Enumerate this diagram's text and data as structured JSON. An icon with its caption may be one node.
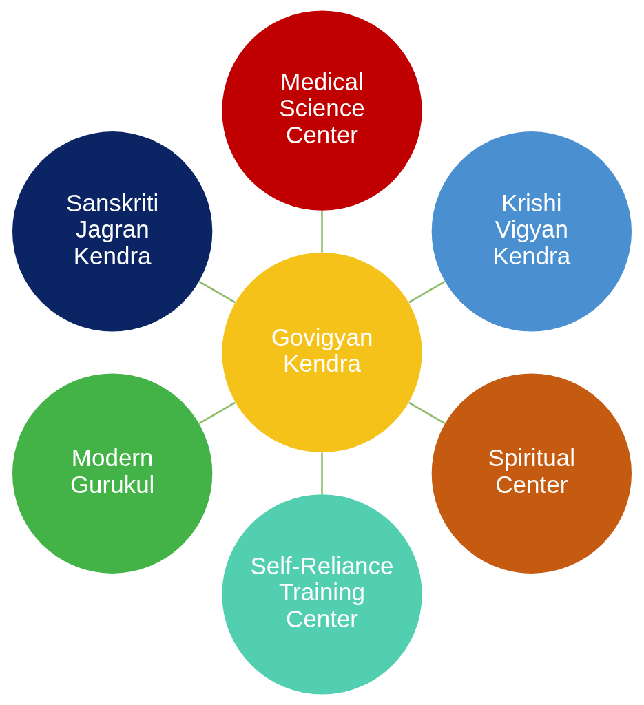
{
  "diagram": {
    "nodes": [
      {
        "text": [
          "Krishi Vigyan Kendra"
        ]
      },
      {
        "text": [
          "Medical Science Center"
        ]
      },
      {
        "text": [
          "Sanskriti Jagran Kendra"
        ]
      },
      {
        "text": [
          "Govigyan Kendra"
        ]
      },
      {
        "text": [
          "Modern Gurukul"
        ]
      },
      {
        "text": [
          "Self-Reliance Training Center"
        ]
      },
      {
        "text": [
          "Spiritual Center"
        ]
      }
    ],
    "edges": [
      {
        "from": 3,
        "to": 0,
        "arrow": "none"
      },
      {
        "from": 3,
        "to": 2,
        "arrow": "none"
      },
      {
        "from": 3,
        "to": 5,
        "arrow": "none"
      },
      {
        "from": 3,
        "to": 6,
        "arrow": "none"
      },
      {
        "from": 3,
        "to": 4,
        "arrow": "none"
      },
      {
        "from": 3,
        "to": 1,
        "arrow": "none"
      }
    ]
  }
}
